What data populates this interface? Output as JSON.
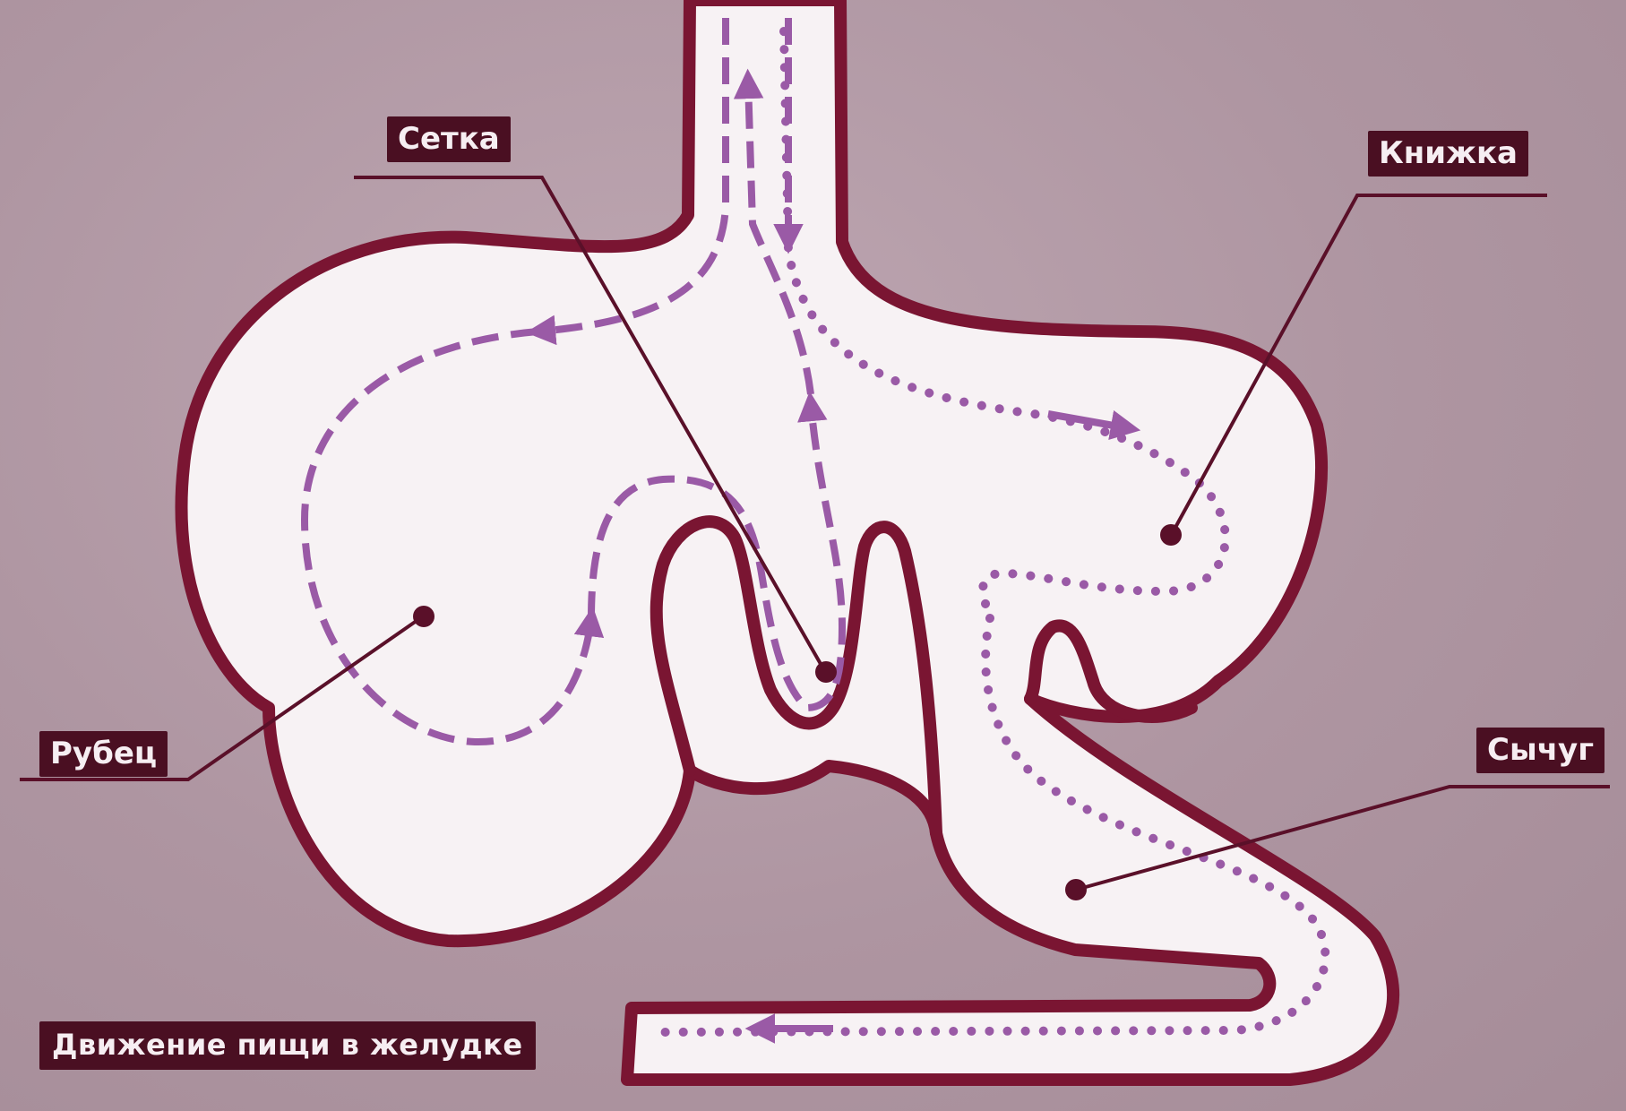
{
  "labels": {
    "setka": "Сетка",
    "knizhka": "Книжка",
    "rubets": "Рубец",
    "sychug": "Сычуг"
  },
  "caption": "Движение пищи в желудке",
  "colors": {
    "background": "#b49aa6",
    "organ_fill": "#f7f2f4",
    "organ_wall": "#7a1532",
    "flow_arrows": "#9a5aa6",
    "label_box": "#4a0f22",
    "label_text": "#f6eef2"
  }
}
